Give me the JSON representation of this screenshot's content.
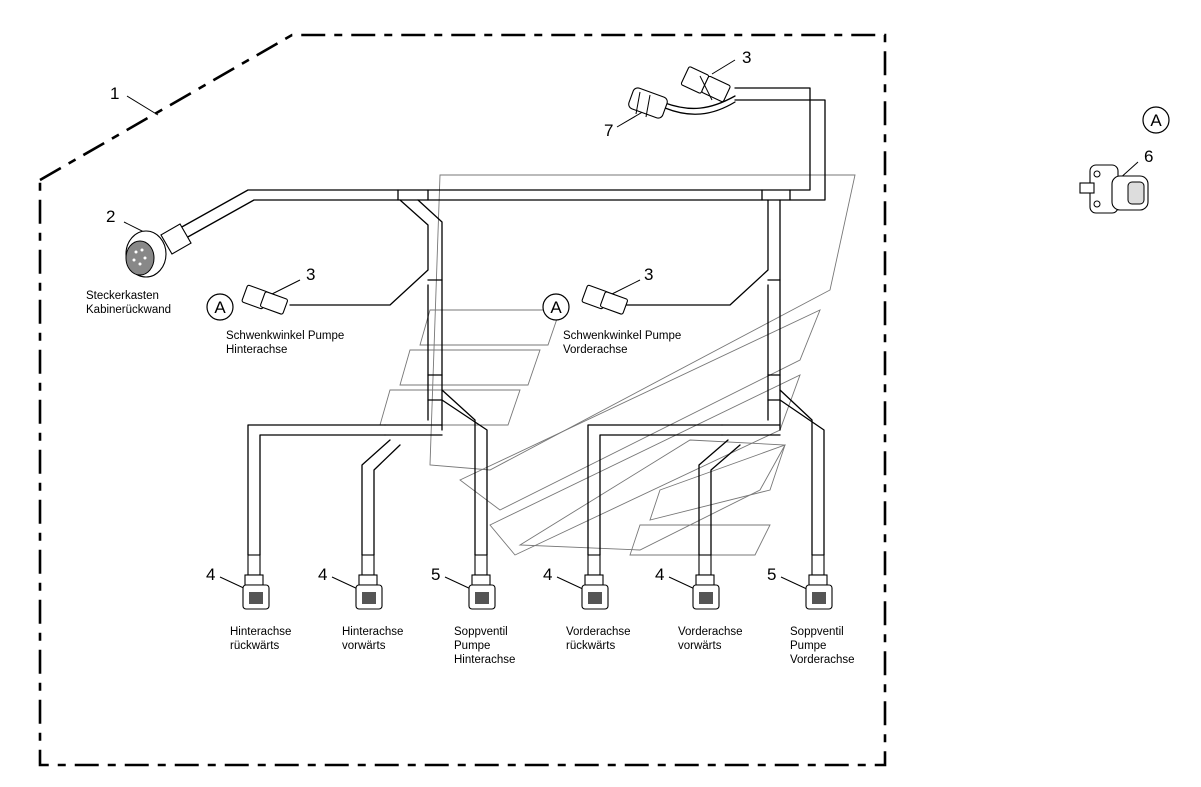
{
  "callouts": {
    "c1": "1",
    "c2": "2",
    "c3a": "3",
    "c3b": "3",
    "c3c": "3",
    "c4a": "4",
    "c4b": "4",
    "c4c": "4",
    "c4d": "4",
    "c5a": "5",
    "c5b": "5",
    "c6": "6",
    "c7": "7",
    "markerA1": "A",
    "markerA2": "A",
    "markerA3": "A"
  },
  "labels": {
    "steckerkasten": [
      "Steckerkasten",
      "Kabinerückwand"
    ],
    "pumpe_hinter": [
      "Schwenkwinkel Pumpe",
      "Hinterachse"
    ],
    "pumpe_vorder": [
      "Schwenkwinkel Pumpe",
      "Vorderachse"
    ],
    "hinter_rueck": [
      "Hinterachse",
      "rückwärts"
    ],
    "hinter_vor": [
      "Hinterachse",
      "vorwärts"
    ],
    "sopp_hinter": [
      "Soppventil",
      "Pumpe",
      "Hinterachse"
    ],
    "vorder_rueck": [
      "Vorderachse",
      "rückwärts"
    ],
    "vorder_vor": [
      "Vorderachse",
      "vorwärts"
    ],
    "sopp_vorder": [
      "Soppventil",
      "Pumpe",
      "Vorderachse"
    ]
  }
}
